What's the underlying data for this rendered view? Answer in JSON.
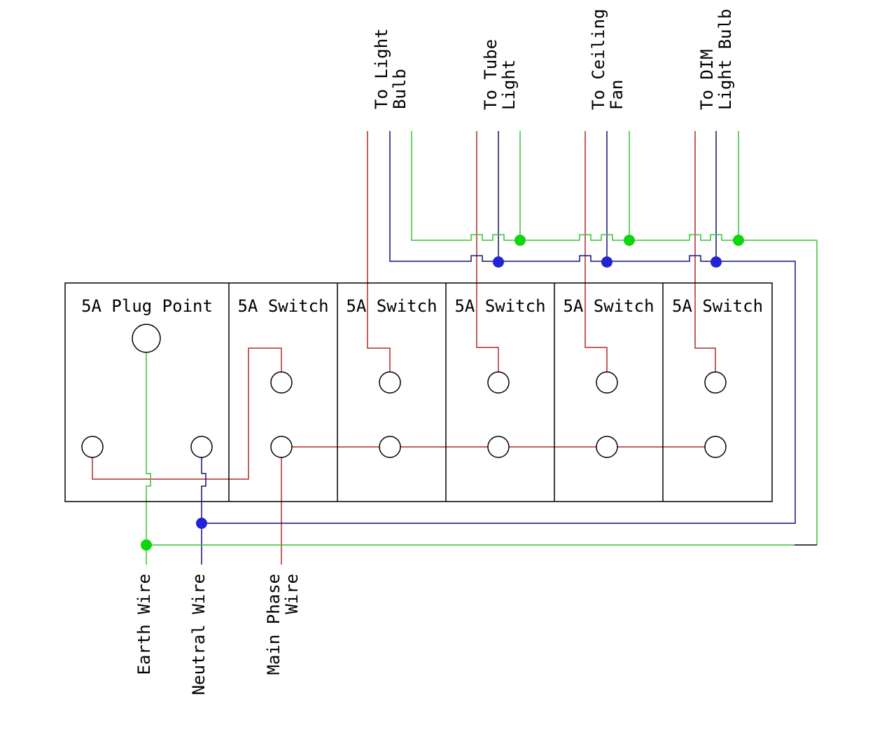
{
  "colors": {
    "outline": "#000000",
    "phase": "#b42828",
    "neutral": "#14146e",
    "neutral_dot": "#2323d6",
    "earth": "#36c436",
    "earth_dot": "#0ed60e"
  },
  "load_labels": [
    {
      "line1": "To Light",
      "line2": "Bulb"
    },
    {
      "line1": "To Tube",
      "line2": "Light"
    },
    {
      "line1": "To Ceiling",
      "line2": "Fan"
    },
    {
      "line1": "To DIM",
      "line2": "Light Bulb"
    }
  ],
  "compartments": [
    {
      "label": "5A Plug Point"
    },
    {
      "label": "5A Switch"
    },
    {
      "label": "5A Switch"
    },
    {
      "label": "5A Switch"
    },
    {
      "label": "5A Switch"
    },
    {
      "label": "5A Switch"
    }
  ],
  "supply_labels": [
    {
      "line1": "Earth Wire"
    },
    {
      "line1": "Neutral Wire"
    },
    {
      "line1": "Main Phase",
      "line2": "Wire"
    }
  ]
}
